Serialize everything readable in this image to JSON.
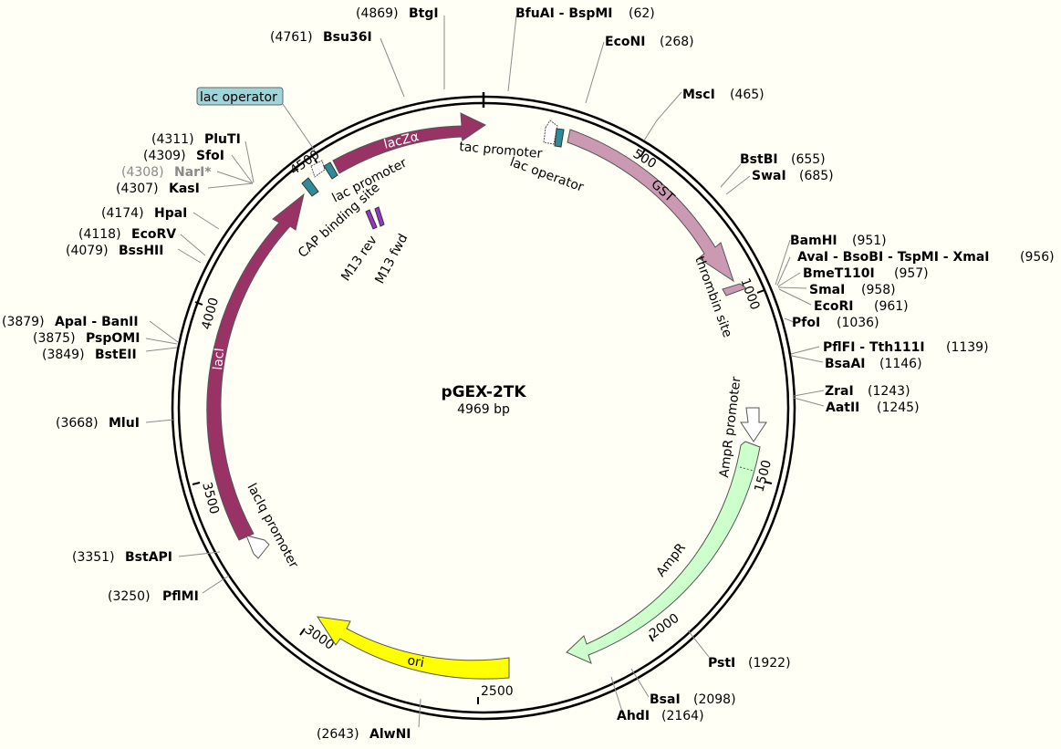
{
  "plasmid": {
    "name": "pGEX-2TK",
    "length_label": "4969 bp"
  },
  "tick_labels": [
    "500",
    "1000",
    "1500",
    "2000",
    "2500",
    "3000",
    "3500",
    "4000",
    "4500"
  ],
  "enzymes": [
    {
      "name": "BtgI",
      "pos": "(4869)"
    },
    {
      "name": "BfuAI - BspMI",
      "pos": "(62)"
    },
    {
      "name": "Bsu36I",
      "pos": "(4761)"
    },
    {
      "name": "EcoNI",
      "pos": "(268)"
    },
    {
      "name": "MscI",
      "pos": "(465)"
    },
    {
      "name": "BstBI",
      "pos": "(655)"
    },
    {
      "name": "SwaI",
      "pos": "(685)"
    },
    {
      "name": "BamHI",
      "pos": "(951)"
    },
    {
      "name": "AvaI - BsoBI - TspMI - XmaI",
      "pos": "(956)"
    },
    {
      "name": "BmeT110I",
      "pos": "(957)"
    },
    {
      "name": "SmaI",
      "pos": "(958)"
    },
    {
      "name": "EcoRI",
      "pos": "(961)"
    },
    {
      "name": "PfoI",
      "pos": "(1036)"
    },
    {
      "name": "PflFI - Tth111I",
      "pos": "(1139)"
    },
    {
      "name": "BsaAI",
      "pos": "(1146)"
    },
    {
      "name": "ZraI",
      "pos": "(1243)"
    },
    {
      "name": "AatII",
      "pos": "(1245)"
    },
    {
      "name": "PstI",
      "pos": "(1922)"
    },
    {
      "name": "BsaI",
      "pos": "(2098)"
    },
    {
      "name": "AhdI",
      "pos": "(2164)"
    },
    {
      "name": "AlwNI",
      "pos": "(2643)"
    },
    {
      "name": "PflMI",
      "pos": "(3250)"
    },
    {
      "name": "BstAPI",
      "pos": "(3351)"
    },
    {
      "name": "MluI",
      "pos": "(3668)"
    },
    {
      "name": "BstEII",
      "pos": "(3849)"
    },
    {
      "name": "PspOMI",
      "pos": "(3875)"
    },
    {
      "name": "ApaI - BanII",
      "pos": "(3879)"
    },
    {
      "name": "BssHII",
      "pos": "(4079)"
    },
    {
      "name": "EcoRV",
      "pos": "(4118)"
    },
    {
      "name": "HpaI",
      "pos": "(4174)"
    },
    {
      "name": "KasI",
      "pos": "(4307)"
    },
    {
      "name": "NarI*",
      "pos": "(4308)"
    },
    {
      "name": "SfoI",
      "pos": "(4309)"
    },
    {
      "name": "PluTI",
      "pos": "(4311)"
    }
  ],
  "features": [
    {
      "label": "GST",
      "color": "#cc99b2"
    },
    {
      "label": "thrombin site",
      "color": "#cc99b2"
    },
    {
      "label": "AmpR",
      "color": "#ccffcc"
    },
    {
      "label": "AmpR promoter",
      "color": "#ffffff"
    },
    {
      "label": "ori",
      "color": "#ffff00"
    },
    {
      "label": "lacI",
      "color": "#993366"
    },
    {
      "label": "lacIq promoter",
      "color": "#ffffff"
    },
    {
      "label": "lacZα",
      "color": "#993366"
    },
    {
      "label": "lac promoter",
      "color": "#ffffff"
    },
    {
      "label": "CAP binding site",
      "color": "#2e8b99"
    },
    {
      "label": "lac operator",
      "color": "#2e8b99"
    },
    {
      "label": "tac promoter",
      "color": "#ffffff"
    },
    {
      "label": "lac operator",
      "color": "#2e8b99"
    },
    {
      "label": "M13 rev",
      "color": "#9933cc"
    },
    {
      "label": "M13 fwd",
      "color": "#9933cc"
    }
  ],
  "lac_operator_box": {
    "label": "lac operator",
    "color": "#9fd4d8"
  }
}
